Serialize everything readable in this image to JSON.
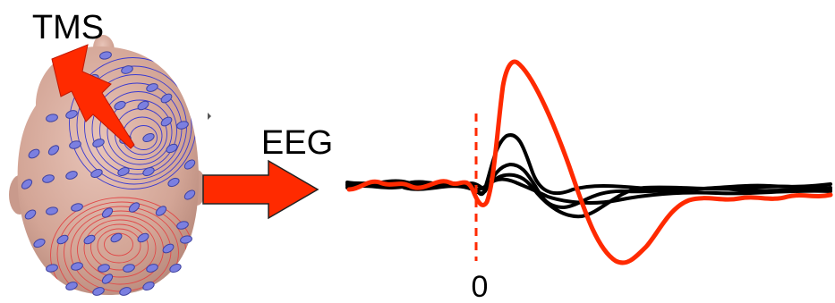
{
  "labels": {
    "tms": "TMS",
    "eeg": "EEG",
    "time_zero": "0"
  },
  "icons": {
    "lightning": "lightning-bolt-icon",
    "arrow": "right-arrow-icon",
    "head": "scalp-electrode-head-icon"
  },
  "colors": {
    "highlight": "#ff2a00",
    "trace_dark": "#000000",
    "scalp": "#d9b0a4",
    "electrode": "#7b7fe0",
    "contour_blue": "#3a3ad0",
    "contour_red": "#e04848"
  }
}
